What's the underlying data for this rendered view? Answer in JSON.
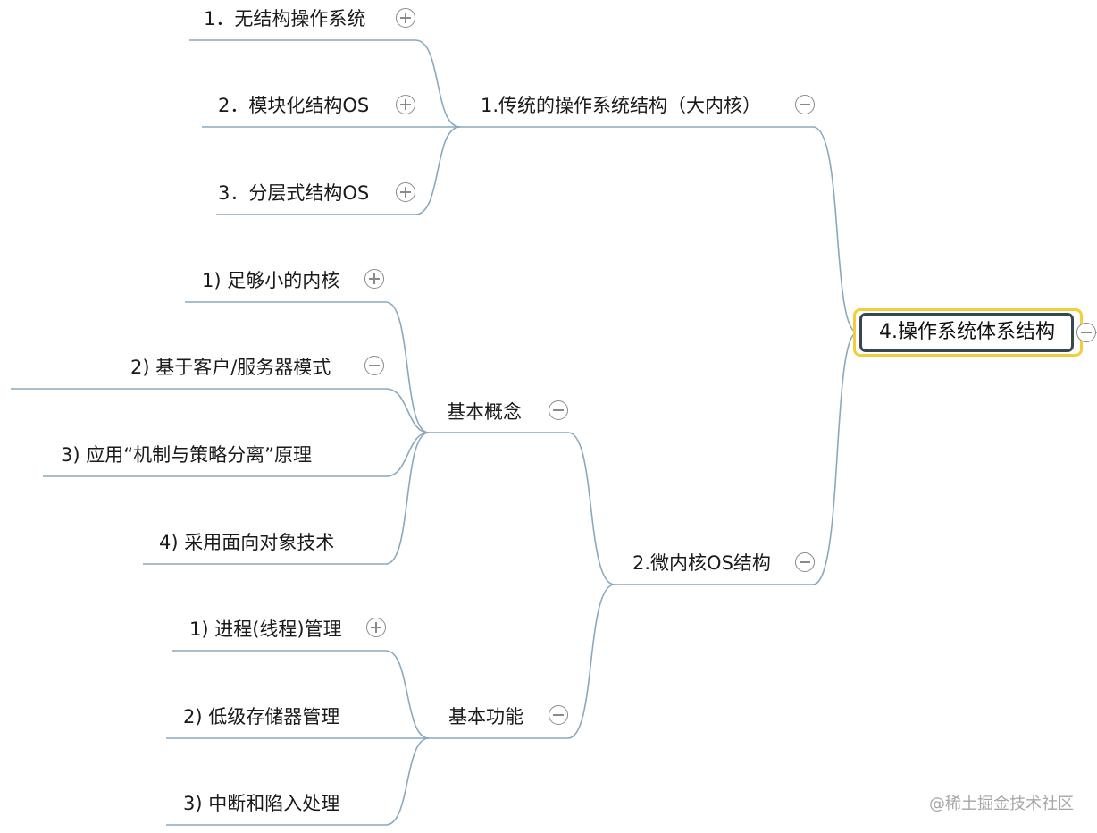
{
  "root": {
    "label": "4.操作系统体系结构"
  },
  "branch_traditional": {
    "label": "1.传统的操作系统结构（大内核）",
    "children": [
      "1．无结构操作系统",
      "2．模块化结构OS",
      "3．分层式结构OS"
    ]
  },
  "branch_microkernel": {
    "label": "2.微内核OS结构",
    "basic_concepts": {
      "label": "基本概念",
      "children": [
        "1) 足够小的内核",
        "2) 基于客户/服务器模式",
        "3) 应用“机制与策略分离”原理",
        "4) 采用面向对象技术"
      ]
    },
    "basic_functions": {
      "label": "基本功能",
      "children": [
        "1) 进程(线程)管理",
        "2) 低级存储器管理",
        "3) 中断和陷入处理"
      ]
    }
  },
  "watermark": "@稀土掘金技术社区",
  "colors": {
    "line": "#8aa9bf",
    "root_border": "#37474f",
    "root_outline": "#f2cf3a",
    "toggle": "#8a8a8a"
  }
}
